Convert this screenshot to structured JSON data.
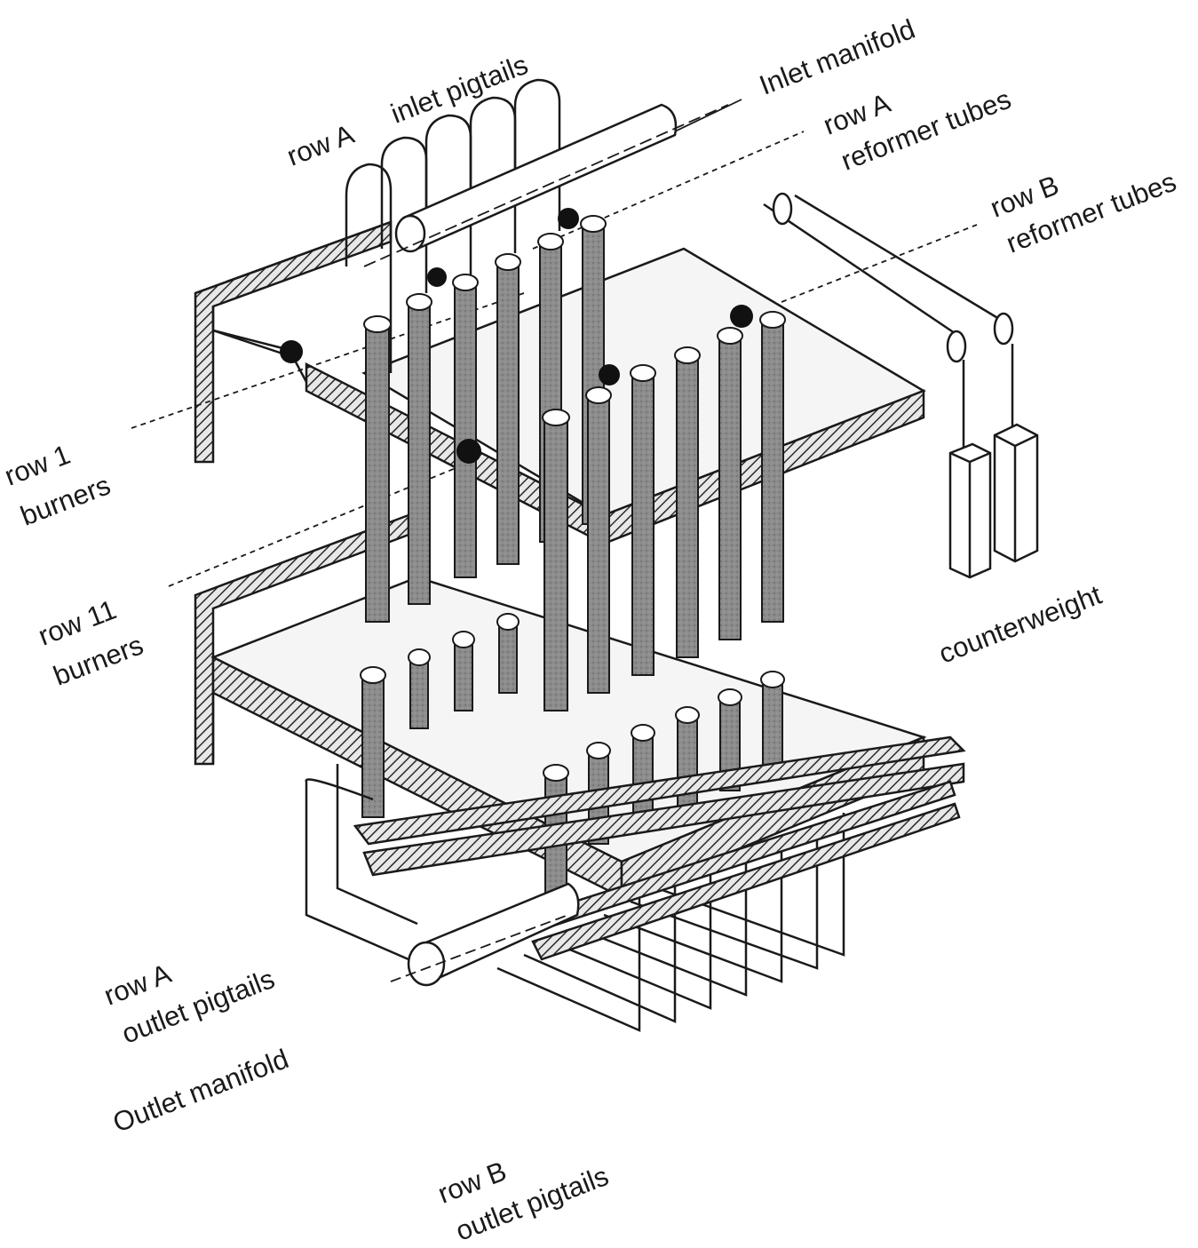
{
  "labels": {
    "inlet_pigtails": {
      "line1": "row A",
      "line2": "inlet pigtails"
    },
    "inlet_manifold": "Inlet manifold",
    "row_a_tubes": {
      "line1": "row A",
      "line2": "reformer tubes"
    },
    "row_b_tubes": {
      "line1": "row B",
      "line2": "reformer tubes"
    },
    "row1_burners": {
      "line1": "row 1",
      "line2": "burners"
    },
    "row11_burners": {
      "line1": "row 11",
      "line2": "burners"
    },
    "counterweight": "counterweight",
    "row_a_outlet": {
      "line1": "row A",
      "line2": "outlet pigtails"
    },
    "outlet_manifold": "Outlet manifold",
    "row_b_outlet": {
      "line1": "row B",
      "line2": "outlet pigtails"
    }
  },
  "colors": {
    "ink": "#1a1a1a",
    "tube_fill": "#8c8c8c",
    "slab_fill": "#f4f4f4",
    "hatch": "#2a2a2a",
    "background": "#ffffff"
  }
}
